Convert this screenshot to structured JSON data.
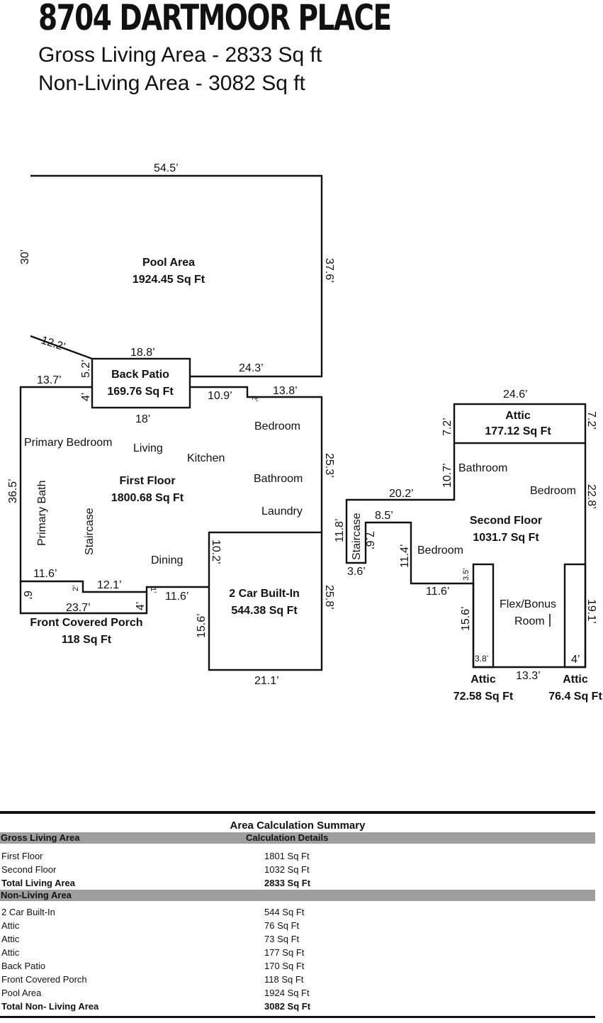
{
  "header": {
    "address": "8704 DARTMOOR PLACE",
    "gross_line": "Gross Living Area - 2833 Sq ft",
    "non_living_line": "Non-Living Area - 3082 Sq ft"
  },
  "plan": {
    "pool": {
      "name": "Pool Area",
      "area": "1924.45 Sq Ft"
    },
    "patio": {
      "name": "Back Patio",
      "area": "169.76 Sq Ft"
    },
    "first_floor": {
      "name": "First Floor",
      "area": "1800.68 Sq Ft"
    },
    "garage": {
      "name": "2 Car Built-In",
      "area": "544.38 Sq Ft"
    },
    "porch": {
      "name": "Front Covered Porch",
      "area": "118 Sq Ft"
    },
    "second_floor": {
      "name": "Second Floor",
      "area": "1031.7 Sq Ft"
    },
    "attic_top": {
      "name": "Attic",
      "area": "177.12 Sq Ft"
    },
    "attic_left": {
      "name": "Attic",
      "area": "72.58 Sq Ft"
    },
    "attic_right": {
      "name": "Attic",
      "area": "76.4 Sq Ft"
    },
    "rooms": {
      "primary_bedroom": "Primary Bedroom",
      "living": "Living",
      "kitchen": "Kitchen",
      "bedroom_1": "Bedroom",
      "bathroom_1": "Bathroom",
      "laundry": "Laundry",
      "primary_bath": "Primary Bath",
      "staircase_1": "Staircase",
      "dining": "Dining",
      "bathroom_2": "Bathroom",
      "bedroom_2": "Bedroom",
      "bedroom_3": "Bedroom",
      "staircase_2": "Staircase",
      "flex_1": "Flex/Bonus",
      "flex_2": "Room"
    },
    "dims": {
      "pool_top": "54.5’",
      "pool_left": "30’",
      "pool_right": "37.6’",
      "pool_diag": "12.2’",
      "patio_top": "18.8’",
      "patio_left": "5.2’",
      "patio_right": "24.3’",
      "patio_step": "4’",
      "patio_bottom": "18’",
      "ff_top_left": "13.7’",
      "ff_mid": "10.9’",
      "ff_step": "2’",
      "ff_top_right": "13.8’",
      "ff_left": "36.5’",
      "ff_right": "25.3’",
      "ff_bottom_left": "11.6’",
      "ff_bottom_mid": "12.1’",
      "ff_small_step": "2’",
      "ff_one": "1’",
      "ff_bottom_right": "11.6’",
      "porch_left": "6’",
      "porch_bottom": "23.7’",
      "porch_right": "4’",
      "garage_left_top": "10.2’",
      "garage_left_bottom": "15.6’",
      "garage_right": "25.8’",
      "garage_bottom": "21.1’",
      "sf_attic_top": "24.6’",
      "sf_attic_left": "7.2’",
      "sf_attic_right": "7.2’",
      "sf_left_upper": "10.7’",
      "sf_step": "20.2’",
      "sf_right": "22.8’",
      "stair_left": "11.8’",
      "stair_top": "8.5’",
      "stair_inner": "7.6’",
      "stair_bottom": "3.6’",
      "sf_inner_left": "11.4’",
      "sf_bottom_left": "11.6’",
      "sf_small": "3.5’",
      "attic_l_side": "15.6’",
      "attic_l_bottom": "3.8’",
      "sf_bottom": "13.3’",
      "attic_r_bottom": "4’",
      "attic_r_side": "19.1’"
    }
  },
  "summary": {
    "title": "Area Calculation Summary",
    "gross_header": "Gross Living Area",
    "details_header": "Calculation Details",
    "gross_rows": [
      {
        "label": "First Floor",
        "value": "1801 Sq Ft"
      },
      {
        "label": "Second Floor",
        "value": "1032 Sq Ft"
      }
    ],
    "gross_total": {
      "label": "Total Living Area",
      "value": "2833 Sq Ft"
    },
    "non_living_header": "Non-Living Area",
    "non_living_rows": [
      {
        "label": "2 Car Built-In",
        "value": "544 Sq Ft"
      },
      {
        "label": "Attic",
        "value": "76 Sq Ft"
      },
      {
        "label": "Attic",
        "value": "73 Sq Ft"
      },
      {
        "label": "Attic",
        "value": "177 Sq Ft"
      },
      {
        "label": "Back Patio",
        "value": "170 Sq Ft"
      },
      {
        "label": "Front Covered Porch",
        "value": "118 Sq Ft"
      },
      {
        "label": "Pool Area",
        "value": "1924 Sq Ft"
      }
    ],
    "non_living_total": {
      "label": "Total Non- Living Area",
      "value": "3082 Sq Ft"
    }
  }
}
